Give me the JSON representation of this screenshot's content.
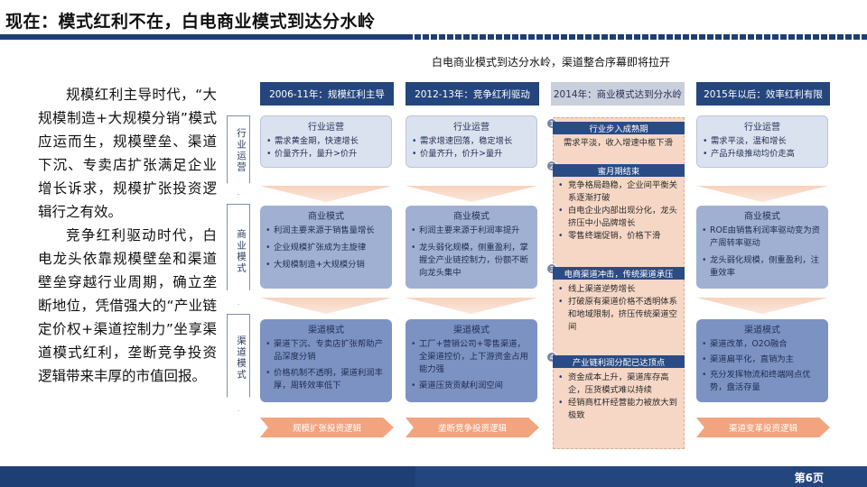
{
  "page_title": "现在：模式红利不在，白电商业模式到达分水岭",
  "page_number": "第6页",
  "subtitle": "白电商业模式到达分水岭，渠道整合序幕即将拉开",
  "left_paragraphs": [
    "规模红利主导时代，“大规模制造+大规模分销”模式应运而生，规模壁垒、渠道下沉、专卖店扩张满足企业增长诉求，规模扩张投资逻辑行之有效。",
    "竞争红利驱动时代，白电龙头依靠规模壁垒和渠道壁垒穿越行业周期，确立垄断地位，凭借强大的“产业链定价权+渠道控制力”坐享渠道模式红利，垄断竞争投资逻辑带来丰厚的市值回报。"
  ],
  "stages": [
    "行业运营",
    "商业模式",
    "渠道模式"
  ],
  "columns": [
    {
      "header": "2006-11年：规模红利主导",
      "industry": {
        "title": "行业运营",
        "items": [
          "需求黄金期，快速增长",
          "价量齐升，量升>价升"
        ]
      },
      "business": {
        "title": "商业模式",
        "items": [
          "利润主要来源于销售量增长",
          "企业规模扩张成为主旋律",
          "大规模制造+大规模分销"
        ]
      },
      "channel": {
        "title": "渠道模式",
        "items": [
          "渠道下沉、专卖店扩张帮助产品深度分销",
          "价格机制不透明，渠道利润丰厚，周转效率低下"
        ]
      },
      "logic": "规模扩张投资逻辑"
    },
    {
      "header": "2012-13年：竞争红利驱动",
      "industry": {
        "title": "行业运营",
        "items": [
          "需求增速回落，稳定增长",
          "价量齐升，价升>量升"
        ]
      },
      "business": {
        "title": "商业模式",
        "items": [
          "利润主要来源于利润率提升",
          "龙头弱化规模，侧重盈利，掌握全产业链控制力，份额不断向龙头集中"
        ]
      },
      "channel": {
        "title": "渠道模式",
        "items": [
          "工厂+营销公司+零售渠道，全渠道控价，上下游资金占用能力强",
          "渠道压货贡献利润空间"
        ]
      },
      "logic": "垄断竞争投资逻辑"
    },
    {
      "header": "2014年：商业模式达到分水岭",
      "sections": [
        {
          "num": "1",
          "title": "行业步入成熟期",
          "items": [],
          "text": "需求平淡，收入增速中枢下滑"
        },
        {
          "num": "2",
          "title": "蜜月期结束",
          "items": [
            "竞争格局趋稳，企业间平衡关系逐渐打破",
            "白电企业内部出现分化，龙头挤压中小品牌增长",
            "零售终端促销，价格下滑"
          ],
          "text": ""
        },
        {
          "num": "3",
          "title": "电商渠道冲击，传统渠道承压",
          "items": [
            "线上渠道逆势增长",
            "打破原有渠道价格不透明体系和地域限制，挤压传统渠道空间"
          ],
          "text": ""
        },
        {
          "num": "4",
          "title": "产业链利润分配已达顶点",
          "items": [
            "资金成本上升，渠道库存高企，压货模式难以持续",
            "经销商杠杆经营能力被放大到极致"
          ],
          "text": ""
        }
      ]
    },
    {
      "header": "2015年以后：效率红利有限",
      "industry": {
        "title": "行业运营",
        "items": [
          "需求平淡，温和增长",
          "产品升级推动均价走高"
        ]
      },
      "business": {
        "title": "商业模式",
        "items": [
          "ROE由销售利润率驱动变为资产周转率驱动",
          "龙头弱化规模，侧重盈利，注重效率"
        ]
      },
      "channel": {
        "title": "渠道模式",
        "items": [
          "渠道改革，O2O融合",
          "渠道扁平化，直销为主",
          "充分发挥物流和终端网点优势，盘活存量"
        ]
      },
      "logic": "渠道变革投资逻辑"
    }
  ]
}
